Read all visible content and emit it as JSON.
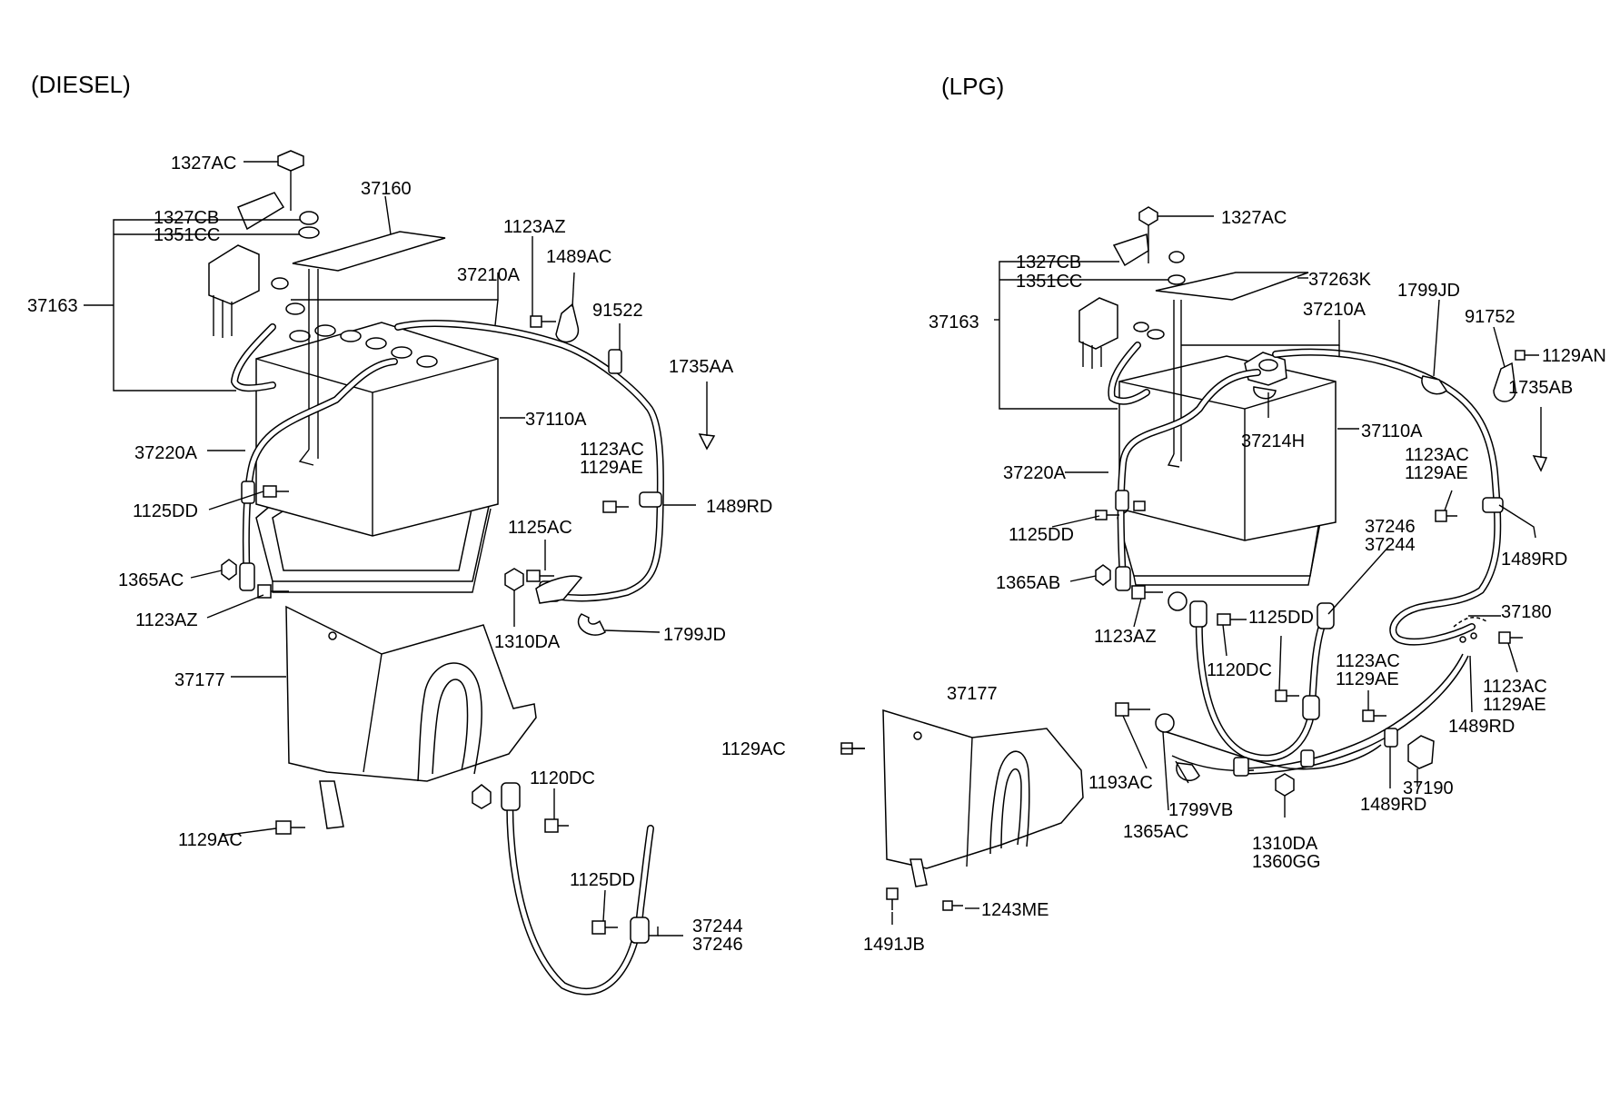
{
  "sections": {
    "diesel": "(DIESEL)",
    "lpg": "(LPG)"
  },
  "diesel_labels": {
    "l_1327AC": "1327AC",
    "l_37160": "37160",
    "l_1327CB": "1327CB",
    "l_1351CC": "1351CC",
    "l_1123AZ_top": "1123AZ",
    "l_1489AC": "1489AC",
    "l_37210A": "37210A",
    "l_91522": "91522",
    "l_37163": "37163",
    "l_1735AA": "1735AA",
    "l_37110A": "37110A",
    "l_37220A": "37220A",
    "l_1123AC": "1123AC",
    "l_1129AE": "1129AE",
    "l_1489RD": "1489RD",
    "l_1125DD": "1125DD",
    "l_1125AC": "1125AC",
    "l_1365AC": "1365AC",
    "l_1123AZ_bot": "1123AZ",
    "l_1310DA": "1310DA",
    "l_1799JD": "1799JD",
    "l_37177": "37177",
    "l_1120DC": "1120DC",
    "l_1129AC": "1129AC",
    "l_1125DD_b": "1125DD",
    "l_37244": "37244",
    "l_37246": "37246"
  },
  "lpg_labels": {
    "l_1327AC": "1327AC",
    "l_1327CB": "1327CB",
    "l_37263K": "37263K",
    "l_1351CC": "1351CC",
    "l_1799JD": "1799JD",
    "l_37210A": "37210A",
    "l_91752": "91752",
    "l_37163": "37163",
    "l_1129AN": "1129AN",
    "l_1735AB": "1735AB",
    "l_37214H": "37214H",
    "l_37110A": "37110A",
    "l_1123AC_a": "1123AC",
    "l_1129AE_a": "1129AE",
    "l_37220A": "37220A",
    "l_1125DD": "1125DD",
    "l_37246": "37246",
    "l_37244": "37244",
    "l_1489RD_a": "1489RD",
    "l_1365AB": "1365AB",
    "l_1125DD_b": "1125DD",
    "l_37180": "37180",
    "l_1123AZ": "1123AZ",
    "l_1120DC": "1120DC",
    "l_1123AC_b": "1123AC",
    "l_1129AE_b": "1129AE",
    "l_1123AC_c": "1123AC",
    "l_1129AE_c": "1129AE",
    "l_37177": "37177",
    "l_1489RD_b": "1489RD",
    "l_1129AC": "1129AC",
    "l_1193AC": "1193AC",
    "l_37190": "37190",
    "l_1799VB": "1799VB",
    "l_1489RD_c": "1489RD",
    "l_1365AC": "1365AC",
    "l_1310DA": "1310DA",
    "l_1360GG": "1360GG",
    "l_1243ME": "1243ME",
    "l_1491JB": "1491JB"
  }
}
